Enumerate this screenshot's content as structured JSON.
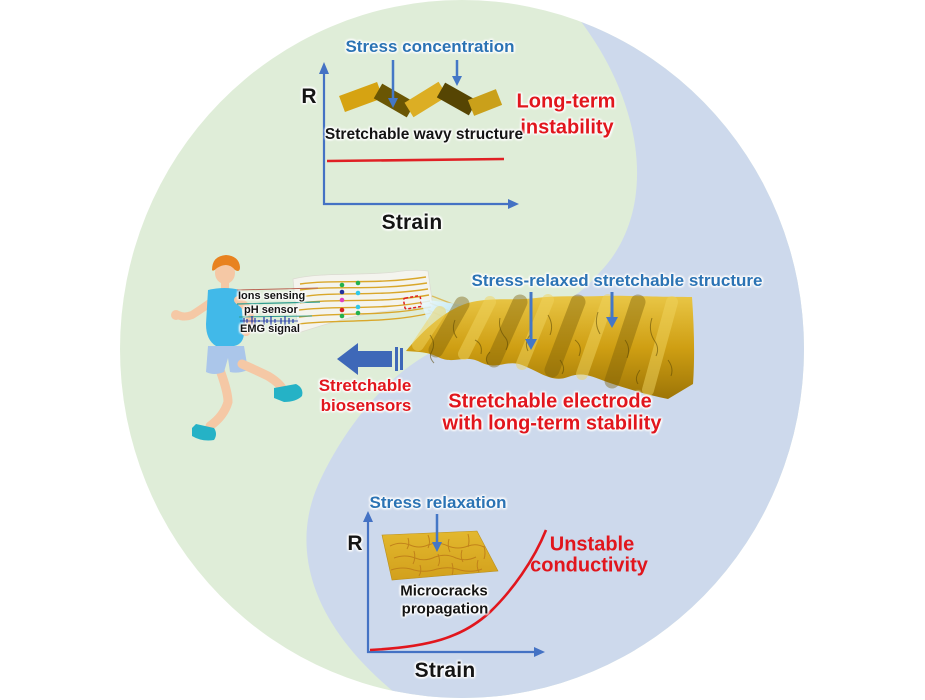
{
  "figure": {
    "colors": {
      "left_half_green": "#dfedd8",
      "right_half_blue": "#cdd9ec",
      "annotation_blue": "#2b73b4",
      "warning_red": "#e1161d",
      "axis_arrow_blue": "#4472c4",
      "gold_electrode": "#d2a315"
    },
    "top_panel": {
      "annotation": "Stress concentration",
      "structure_label": "Stretchable wavy structure",
      "warning_line1": "Long-term",
      "warning_line2": "instability",
      "y_axis_label": "R",
      "x_axis_label": "Strain",
      "curve_shape": "flat constant resistance line"
    },
    "middle_panel": {
      "annotation": "Stress-relaxed stretchable structure",
      "sensor_label_1": "Ions sensing",
      "sensor_label_2": "pH sensor",
      "sensor_label_3": "EMG signal",
      "biosensor_line1": "Stretchable",
      "biosensor_line2": "biosensors",
      "electrode_line1": "Stretchable electrode",
      "electrode_line2": "with long-term stability"
    },
    "bottom_panel": {
      "annotation": "Stress relaxation",
      "structure_label_line1": "Microcracks",
      "structure_label_line2": "propagation",
      "warning_line1": "Unstable",
      "warning_line2": "conductivity",
      "y_axis_label": "R",
      "x_axis_label": "Strain",
      "curve_shape": "exponentially rising resistance curve"
    }
  }
}
